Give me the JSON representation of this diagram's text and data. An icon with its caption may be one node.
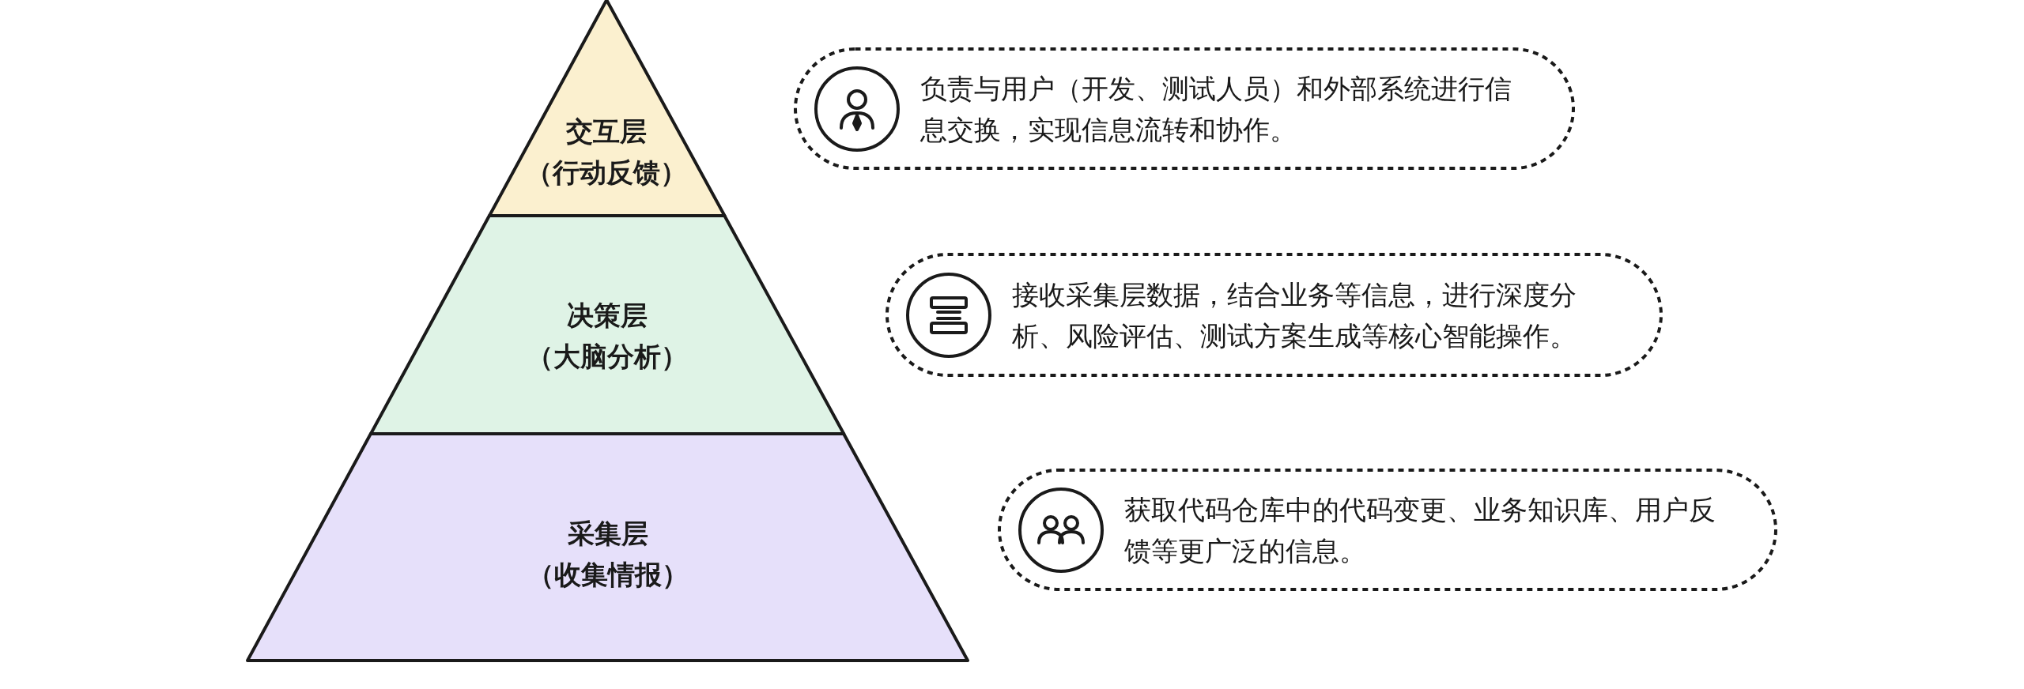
{
  "diagram": {
    "nodes": [
      {
        "text": [
          "交互层",
          "（行动反馈）"
        ]
      },
      {
        "text": [
          "决策层",
          "（大脑分析）"
        ]
      },
      {
        "text": [
          "采集层",
          "（收集情报）"
        ]
      },
      {
        "text": [
          "负责与用户（开发、测试人员）和外部系统进行信息交换，实现信息流转和协作。"
        ]
      },
      {
        "text": [
          "接收采集层数据，结合业务等信息，进行深度分析、风险评估、测试方案生成等核心智能操作。"
        ]
      },
      {
        "text": [
          "获取代码仓库中的代码变更、业务知识库、用户反馈等更广泛的信息。"
        ]
      }
    ]
  }
}
